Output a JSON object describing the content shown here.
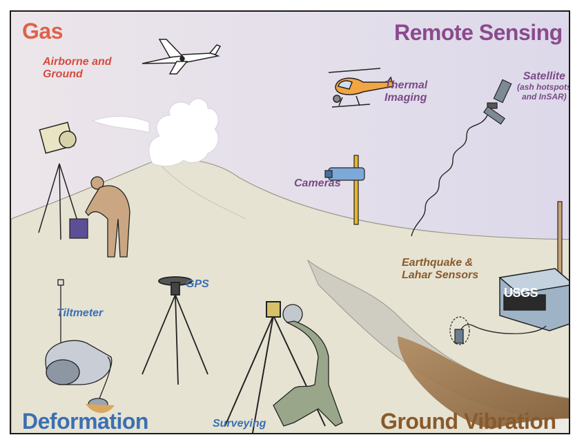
{
  "categories": {
    "gas": "Gas",
    "remote_sensing": "Remote Sensing",
    "deformation": "Deformation",
    "ground_vibration": "Ground Vibration"
  },
  "labels": {
    "airborne_line1": "Airborne and",
    "airborne_line2": "Ground",
    "thermal_line1": "Thermal",
    "thermal_line2": "Imaging",
    "satellite": "Satellite",
    "satellite_sub1": "(ash hotspots",
    "satellite_sub2": "and InSAR)",
    "cameras": "Cameras",
    "earthquake_line1": "Earthquake &",
    "earthquake_line2": "Lahar Sensors",
    "gps": "GPS",
    "tiltmeter": "Tiltmeter",
    "surveying": "Surveying",
    "usgs": "USGS"
  },
  "colors": {
    "gas": "#e0614a",
    "remote_sensing": "#8a4a8e",
    "deformation": "#3b6fb2",
    "ground_vibration": "#8a5a2b",
    "sky": "#e6e1ef",
    "ground": "#e6e3d3"
  }
}
